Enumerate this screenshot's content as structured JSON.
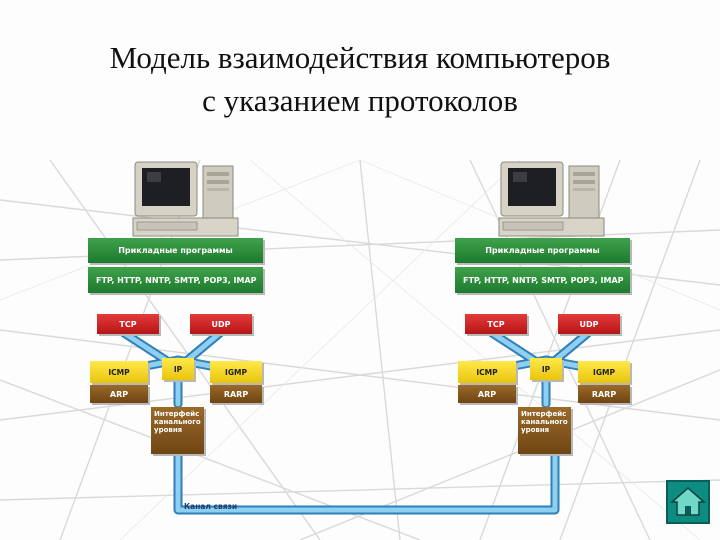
{
  "slide": {
    "title_line1": "Модель взаимодействия компьютеров",
    "title_line2": "с указанием протоколов"
  },
  "stack": {
    "apps": "Прикладные программы",
    "app_protocols": "FTP, HTTP, NNTP, SMTP, POP3, IMAP",
    "tcp": "TCP",
    "udp": "UDP",
    "icmp": "ICMP",
    "ip": "IP",
    "igmp": "IGMP",
    "arp": "ARP",
    "rarp": "RARP",
    "link_interface": "Интерфейс канального уровня"
  },
  "channel_label": "Канал связи",
  "colors": {
    "apps": "#2e8f3d",
    "transport": "#d42a2a",
    "network": "#f5d62a",
    "link": "#845622",
    "pipe": "#4aa8d8",
    "home_button": "#0f8c82"
  },
  "icons": {
    "computer": "desktop-computer-icon",
    "home": "home-icon"
  }
}
